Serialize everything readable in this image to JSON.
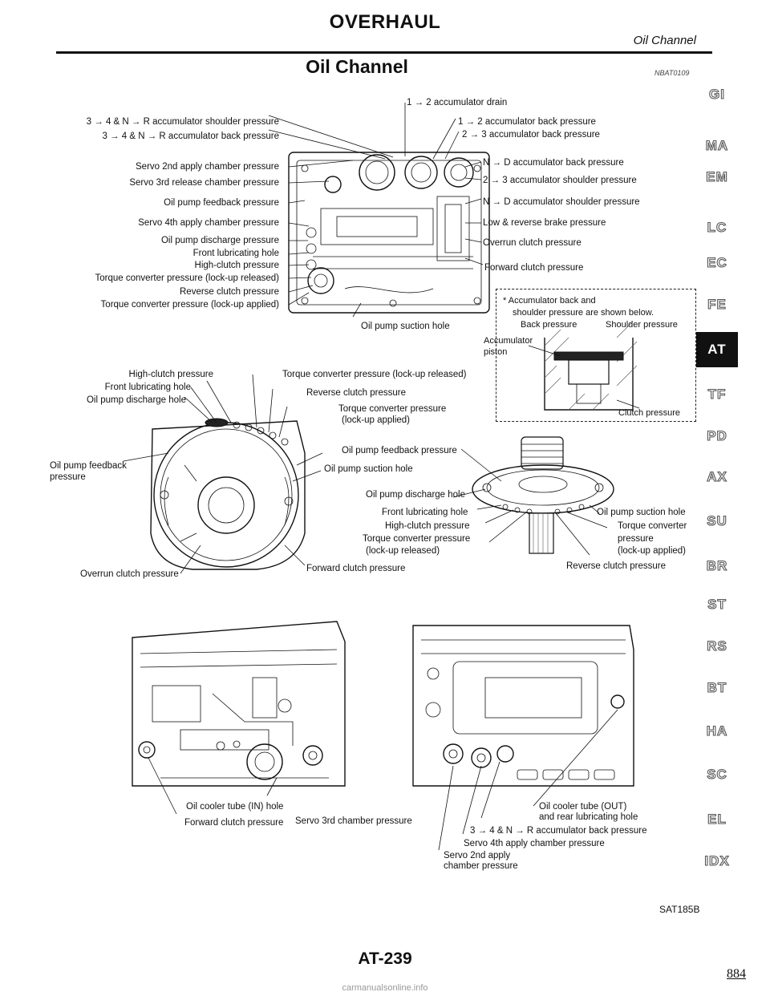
{
  "header": {
    "title": "OVERHAUL",
    "section": "Oil Channel",
    "ref_code": "NBAT0109"
  },
  "section_title": "Oil Channel",
  "figure_top": {
    "labels_left": [
      "3 → 4 & N → R accumulator shoulder pressure",
      "3 → 4 & N → R accumulator back pressure",
      "Servo 2nd apply chamber pressure",
      "Servo 3rd release chamber pressure",
      "Oil pump feedback pressure",
      "Servo 4th apply chamber pressure",
      "Oil pump discharge pressure",
      "Front lubricating hole",
      "High-clutch pressure",
      "Torque converter pressure (lock-up released)",
      "Reverse clutch pressure",
      "Torque converter pressure (lock-up applied)"
    ],
    "labels_right": [
      "1 → 2 accumulator drain",
      "1 → 2 accumulator back pressure",
      "2 → 3 accumulator back pressure",
      "N → D accumulator back pressure",
      "2 → 3 accumulator shoulder pressure",
      "N → D accumulator shoulder pressure",
      "Low & reverse brake pressure",
      "Overrun clutch pressure",
      "Forward clutch pressure"
    ],
    "label_bottom": "Oil pump suction hole"
  },
  "note_box": {
    "line1": "*  Accumulator back and",
    "line2": "shoulder pressure are shown below.",
    "back": "Back pressure",
    "shoulder": "Shoulder pressure",
    "accumulator": "Accumulator",
    "piston": "piston",
    "clutch": "Clutch pressure"
  },
  "figure_middle": {
    "top_labels": [
      "High-clutch pressure",
      "Front lubricating hole",
      "Oil pump discharge hole"
    ],
    "right_top_labels": [
      "Torque converter pressure (lock-up released)",
      "Reverse clutch pressure",
      "Torque converter pressure",
      "(lock-up applied)"
    ],
    "left_label": [
      "Oil pump feedback",
      "pressure"
    ],
    "inner_labels": [
      "Oil pump feedback pressure",
      "Oil pump suction hole"
    ],
    "pump_labels": [
      "Oil pump discharge hole",
      "Front lubricating hole",
      "High-clutch pressure",
      "Torque converter pressure",
      "(lock-up released)"
    ],
    "pump_right": [
      "Oil pump suction hole",
      "Torque converter",
      "pressure",
      "(lock-up applied)",
      "Reverse clutch pressure"
    ],
    "bottom_left": "Overrun clutch pressure",
    "bottom_mid": "Forward clutch pressure"
  },
  "figure_bottom": {
    "oil_cooler_in": "Oil cooler tube (IN) hole",
    "forward_clutch": "Forward clutch pressure",
    "servo_3rd": "Servo 3rd chamber pressure",
    "oil_cooler_out": "Oil cooler tube (OUT)",
    "rear_lube": "and rear lubricating hole",
    "accum_back": "3 → 4 & N → R accumulator back pressure",
    "servo_4th": "Servo 4th apply chamber pressure",
    "servo_2nd": "Servo 2nd apply",
    "servo_2nd_b": "chamber pressure"
  },
  "nav_tabs": [
    "GI",
    "MA",
    "EM",
    "LC",
    "EC",
    "FE",
    "AT",
    "TF",
    "PD",
    "AX",
    "SU",
    "BR",
    "ST",
    "RS",
    "BT",
    "HA",
    "SC",
    "EL",
    "IDX"
  ],
  "active_tab": "AT",
  "figure_code": "SAT185B",
  "page_number": "AT-239",
  "sheet_number": "884",
  "footer_link": "carmanualsonline.info"
}
